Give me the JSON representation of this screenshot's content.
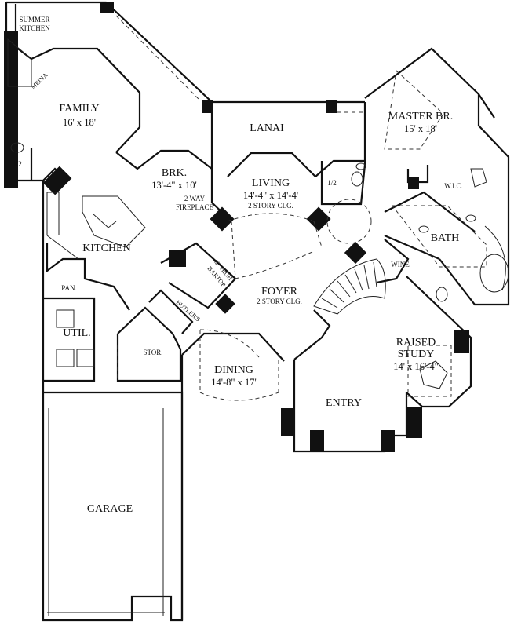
{
  "rooms": {
    "summer_kitchen": [
      "SUMMER",
      "KITCHEN"
    ],
    "media": "MEDIA",
    "family": {
      "name": "FAMILY",
      "size": "16' x 18'"
    },
    "half_bath_left": "1/2",
    "lanai": "LANAI",
    "master": {
      "name": "MASTER BR.",
      "size": "15' x 18'"
    },
    "brk": {
      "name": "BRK.",
      "size": "13'-4\" x 10'"
    },
    "fireplace": [
      "2 WAY",
      "FIREPLACE"
    ],
    "living": {
      "name": "LIVING",
      "size": "14'-4\" x 14'-4'",
      "note": "2 STORY CLG."
    },
    "half_bath_mid": "1/2",
    "wic": "W.I.C.",
    "bath": "BATH",
    "kitchen": "KITCHEN",
    "bar": [
      "42\" HIGH",
      "BARTOP"
    ],
    "foyer": {
      "name": "FOYER",
      "note": "2 STORY CLG."
    },
    "wine": "WINE",
    "pantry": "PAN.",
    "butlers": "BUTLER'S",
    "util": "UTIL.",
    "stor": "STOR.",
    "dining": {
      "name": "DINING",
      "size": "14'-8\" x 17'"
    },
    "study": {
      "name": [
        "RAISED",
        "STUDY"
      ],
      "size": "14' x 16'-4\""
    },
    "entry": "ENTRY",
    "garage": "GARAGE"
  }
}
